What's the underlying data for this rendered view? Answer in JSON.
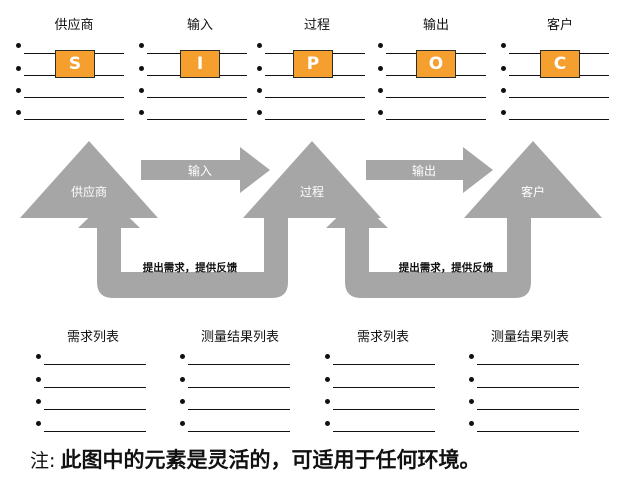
{
  "columns": [
    {
      "title": "供应商",
      "letter": "S"
    },
    {
      "title": "输入",
      "letter": "I"
    },
    {
      "title": "过程",
      "letter": "P"
    },
    {
      "title": "输出",
      "letter": "O"
    },
    {
      "title": "客户",
      "letter": "C"
    }
  ],
  "triangles": {
    "supplier": "供应商",
    "process": "过程",
    "customer": "客户"
  },
  "arrows": {
    "input": "输入",
    "output": "输出"
  },
  "feedback": {
    "left": "提出需求，提供反馈",
    "right": "提出需求，提供反馈"
  },
  "lists": [
    {
      "title": "需求列表"
    },
    {
      "title": "测量结果列表"
    },
    {
      "title": "需求列表"
    },
    {
      "title": "测量结果列表"
    }
  ],
  "note": {
    "prefix": "注:",
    "text": "此图中的元素是灵活的，可适用于任何环境。"
  },
  "colors": {
    "accent": "#f5a02e",
    "shape_gray": "#a6a6a6"
  }
}
